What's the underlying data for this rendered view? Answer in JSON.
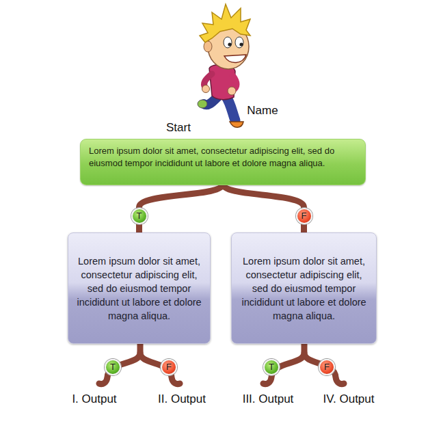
{
  "diagram": {
    "nodes": [
      {
        "text": [
          "Start",
          "Lorem ipsum dolor sit amet, consectetur adipiscing elit, sed do eiusmod tempor incididunt ut labore et dolore magna aliqua."
        ]
      },
      {
        "text": [
          "Lorem ipsum dolor sit amet, consectetur adipiscing elit, sed do eiusmod tempor incididunt ut labore et dolore magna aliqua."
        ]
      },
      {
        "text": [
          "Lorem ipsum dolor sit amet, consectetur adipiscing elit, sed do eiusmod tempor incididunt ut labore et dolore magna aliqua."
        ]
      }
    ],
    "edges": [
      {
        "from": 0,
        "to": 1,
        "arrow": "none",
        "label": "T"
      },
      {
        "from": 0,
        "to": 2,
        "arrow": "none",
        "label": "F"
      }
    ],
    "labels": [
      "Name",
      "T",
      "F",
      "T",
      "F",
      "I. Output",
      "II. Output",
      "III. Output",
      "IV. Output"
    ]
  }
}
